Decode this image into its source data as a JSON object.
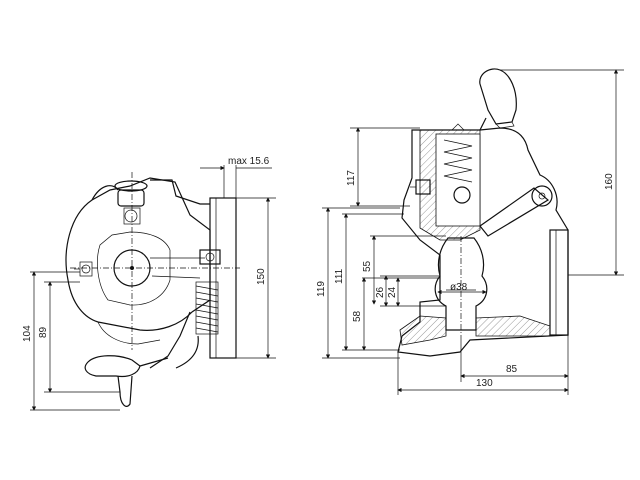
{
  "dimensions": {
    "max_offset": "max 15.6",
    "left_height": "150",
    "left_104": "104",
    "left_89": "89",
    "right_160": "160",
    "right_117": "117",
    "right_119": "119",
    "right_111": "111",
    "right_58": "58",
    "right_55": "55",
    "right_26": "26",
    "right_24": "24",
    "bore": "ø38",
    "width_85": "85",
    "width_130": "130"
  }
}
